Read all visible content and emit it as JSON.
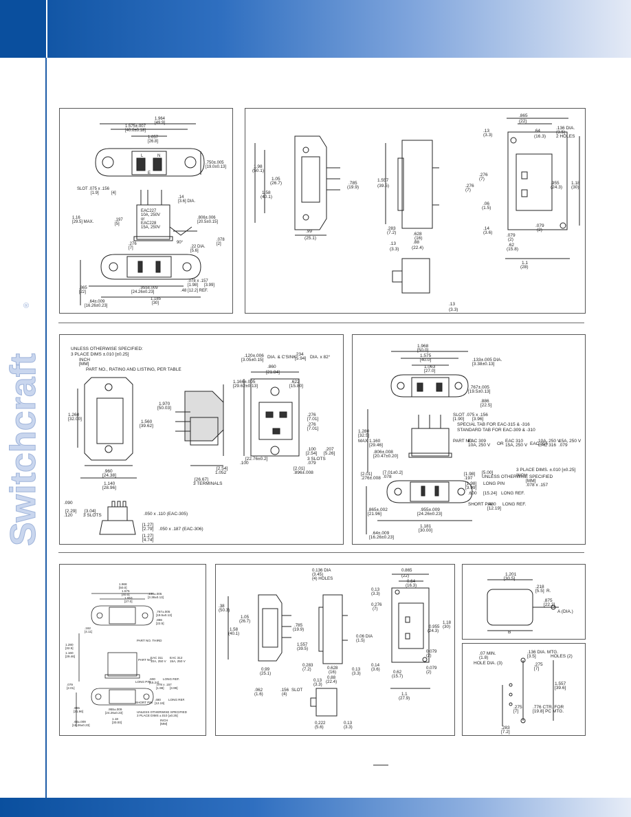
{
  "brand": {
    "wordmark": "Switchcraft",
    "registered": "®",
    "colors": {
      "primary": "#0a4f9e",
      "light": "#c9d6ee"
    }
  },
  "panel1": {
    "dims": [
      "1.964",
      "[49.9]",
      "1.575±.007",
      "[40.0±0.18]",
      "1.057",
      "[26.8]",
      ".750±.005",
      "[19.0±0.13]",
      "SLOT .075 x .156",
      "[1.9]",
      "[4]",
      ".14",
      "[3.6] DIA.",
      "1.16",
      "[29.5] MAX.",
      ".197",
      "[5]",
      ".806±.006",
      "[20.5±0.15]",
      "EAC227",
      "10A, 250V",
      "or",
      "EAC228",
      "15A, 250V",
      "90°",
      ".078",
      "[2]",
      ".22 DIA.",
      "[5.6]",
      ".276",
      "[7]",
      ".865",
      "[22]",
      ".955±.009",
      "[24.26±0.23]",
      ".078 x .157",
      "[1.98]",
      "[3.99]",
      ".48 [12.2] REF.",
      "1.185",
      "[30]",
      ".64±.009",
      "[16.26±0.23]",
      "L",
      "N",
      "E"
    ]
  },
  "panel2": {
    "dims": [
      "1.98",
      "(50.1)",
      "1.05",
      "(26.7)",
      "1.58",
      "(40.1)",
      ".785",
      "(19.9)",
      ".99",
      "(25.1)",
      "1.557",
      "(39.5)",
      ".283",
      "(7.2)",
      ".628",
      "(16)",
      ".88",
      "(22.4)",
      ".13",
      "(3.3)",
      ".865",
      "(22)",
      ".64",
      "(16.3)",
      ".136 DIA.",
      "(3.5)",
      "2 HOLES",
      ".13",
      "(3.3)",
      ".276",
      "(7)",
      ".276",
      "(7)",
      ".955",
      "(24.3)",
      "1.18",
      "(30)",
      ".06",
      "(1.5)",
      ".14",
      "(3.6)",
      ".079",
      "(2)",
      ".079",
      "(2)",
      ".62",
      "(15.8)",
      "1.1",
      "(28)",
      ".13",
      "(3.3)"
    ]
  },
  "panel3": {
    "notes": [
      "UNLESS OTHERWISE SPECIFIED:",
      "3 PLACE DIMS ±.010 [±0.25]",
      "INCH",
      "[MM]",
      "PART NO., RATING AND LISTING, PER TABLE"
    ],
    "dims": [
      "1.260",
      "[32.00]",
      "1.970",
      "[50.03]",
      "1.560",
      "[39.62]",
      ".960",
      "[24.38]",
      "1.140",
      "[28.96]",
      ".120±.006",
      "[3.05±0.15]",
      "DIA. & C'SINK",
      ".234",
      "[5.94]",
      "DIA. x 82°",
      ".860",
      "[21.84]",
      "1.166±.005",
      "[29.62±0.13]",
      ".622",
      "[15.80]",
      ".276",
      "[7.01]",
      ".276",
      "[7.01]",
      ".100",
      "[2.54]",
      ".207",
      "[5.26]",
      "3 SLOTS",
      ".079",
      "[2.01]",
      ".896±.008",
      "[22.76±0.2]",
      ".100",
      "[2.54]",
      "1.052",
      "[26.67]",
      "3 TERMINALS",
      ".090",
      "[2.29]",
      ".120",
      "[3.04]",
      "3 SLOTS",
      ".050 x .110 (EAC-305)",
      "[1.27]",
      "[2.79]",
      ".050 x .187 (EAC-306)",
      "[1.27]",
      "[4.74]"
    ]
  },
  "panel4": {
    "dims": [
      "1.968",
      "[50.0]",
      "1.575",
      "[40.0]",
      "1.063",
      "[27.0]",
      ".133±.005 DIA.",
      "[3.38±0.13]",
      ".767±.005",
      "[19.5±0.13]",
      ".886",
      "[22.5]",
      "SLOT .075 x .156",
      "[1.90]",
      "[3.96]",
      "SPECIAL TAB FOR EAC-315 & -316",
      "STANDARD TAB FOR EAC-309 & -310",
      "1.280",
      "[32.5]",
      "1.160",
      "[29.46]",
      "MAX",
      ".806±.008",
      "[20.47±0.20]",
      "PART NO.",
      "EAC 309",
      "10A, 250 V",
      "OR",
      "EAC 310",
      "15A, 250 V",
      "EAC 315",
      "10A, 250 V",
      "EAC 316",
      "15A, 250 V",
      ".079",
      "[2.01]",
      ".276±.008",
      "[7.01±0.2]",
      ".078",
      "[1.98]",
      ".197",
      "[5.00]",
      "UNLESS OTHERWISE SPECIFIED",
      "3 PLACE DIMS. ±.010 [±0.25]",
      "INCH",
      "[MM]",
      ".078 x .157",
      "[1.98]",
      "[3.99]",
      "LONG PIN",
      ".600",
      "[15.24]",
      "LONG REF.",
      "SHORT PIN",
      ".480",
      "[12.19]",
      "LONG REF.",
      ".865±.002",
      "[21.96]",
      ".955±.009",
      "[24.26±0.23]",
      "1.181",
      "[30.00]",
      ".64±.009",
      "[16.26±0.23]"
    ]
  },
  "panel5": {
    "dims": [
      "1.968",
      "[50.0]",
      "1.575",
      "[40.0]",
      "1.063",
      "[27.0]",
      ".133±.005",
      "[3.38±0.13]",
      ".767±.005",
      "[19.5±0.13]",
      ".886",
      "[22.5]",
      ".162",
      "[4.11]",
      "PART NO. THIRD",
      "1.280",
      "[32.5]",
      "1.160",
      "[29.46]",
      "PART NO.",
      "EAC 311",
      "10A, 250 V",
      "EAC 312",
      "15A, 250 V",
      ".079",
      "[2.01]",
      ".078 x .157",
      "[1.98]",
      "[3.99]",
      "LONG PIN",
      ".600",
      "[15.24]",
      "LONG REF.",
      "SHORT PIN",
      ".480",
      "[12.19]",
      "LONG REF.",
      ".865",
      "[21.96]",
      ".955±.009",
      "[24.26±0.23]",
      "1.18",
      "[30.00]",
      ".64±.009",
      "[16.26±0.23]",
      "UNLESS OTHERWISE SPECIFIED",
      "3 PLACE DIMS ±.010 [±0.25]",
      "INCH",
      "[MM]"
    ]
  },
  "panel6": {
    "dims": [
      ".38",
      "(50.3)",
      "1.05",
      "(26.7)",
      "1.58",
      "(40.1)",
      ".785",
      "(19.9)",
      "0.99",
      "(25.1)",
      "0.136 DIA",
      "(3.45)",
      "(4) HOLES",
      "1.557",
      "(39.5)",
      "0.283",
      "(7.2)",
      "0.628",
      "(16)",
      "0.88",
      "(22.4)",
      "0.13",
      "(3.3)",
      "0.13",
      "(3.3)",
      "0.222",
      "(5.6)",
      "0.13",
      "(3.3)",
      ".062",
      "(1.6)",
      ".156",
      "(4)",
      "SLOT",
      "0.13",
      "(3.3)",
      "0.865",
      "(22)",
      "0.64",
      "(16.3)",
      "0.276",
      "(7)",
      "0.955",
      "(24.3)",
      "1.18",
      "(30)",
      "0.06 DIA",
      "(1.5)",
      "0.14",
      "(3.6)",
      "0.079",
      "(2)",
      "0.079",
      "(2)",
      "0.62",
      "(15.7)",
      "1.1",
      "(27.9)"
    ]
  },
  "panel7": {
    "dims": [
      "1.201",
      "[30.5]",
      ".218",
      "[5.5]",
      "R.",
      ".875",
      "[22.2]",
      "A (DIA.)",
      "B"
    ]
  },
  "panel8": {
    "dims": [
      ".07 MIN.",
      "(1.8)",
      "HOLE DIA. (3)",
      ".136 DIA. MTG.",
      "[3.5]",
      "HOLES (2)",
      ".275",
      "[7]",
      "1.557",
      "[39.6]",
      ".275",
      "[7]",
      ".776 CTR. FOR",
      "[19.8] PC MTG.",
      ".283",
      "[7.2]"
    ]
  }
}
